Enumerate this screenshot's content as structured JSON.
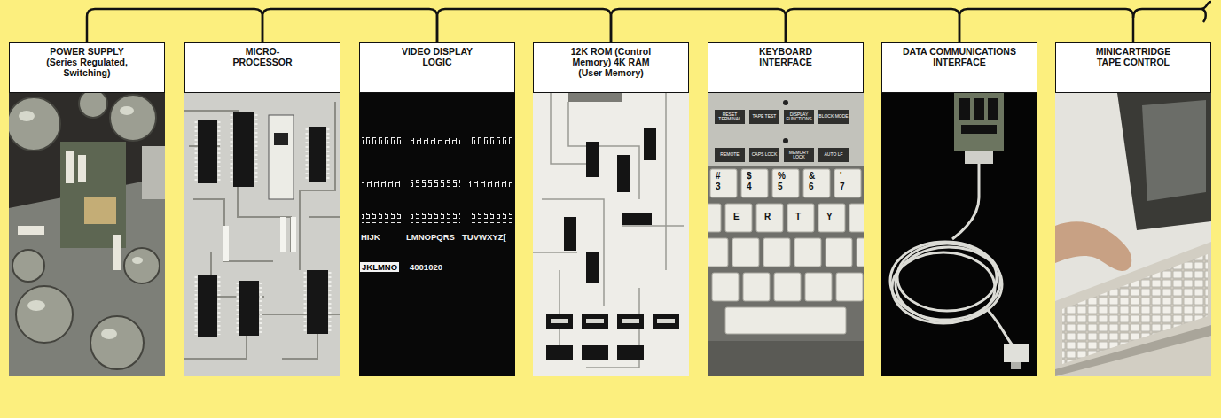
{
  "diagram": {
    "nodes": [
      {
        "text": [
          "POWER SUPPLY (Series Regulated, Switching)"
        ]
      },
      {
        "text": [
          "MICRO- PROCESSOR"
        ]
      },
      {
        "text": [
          "VIDEO DISPLAY LOGIC"
        ]
      },
      {
        "text": [
          "12K ROM (Control Memory) 4K RAM (User Memory)"
        ]
      },
      {
        "text": [
          "KEYBOARD INTERFACE"
        ]
      },
      {
        "text": [
          "DATA COMMUNICATIONS INTERFACE"
        ]
      },
      {
        "text": [
          "MINICARTRIDGE TAPE CONTROL"
        ]
      }
    ],
    "edges": [
      {
        "from": 0,
        "to": 1,
        "arrow": "none"
      },
      {
        "from": 1,
        "to": 2,
        "arrow": "none"
      },
      {
        "from": 2,
        "to": 3,
        "arrow": "none"
      },
      {
        "from": 3,
        "to": 4,
        "arrow": "none"
      },
      {
        "from": 4,
        "to": 5,
        "arrow": "none"
      },
      {
        "from": 5,
        "to": 6,
        "arrow": "none"
      }
    ],
    "labels": [
      "HIJK",
      "LMNOPQRS",
      "TUVWXYZ[",
      "JKLMNO",
      "4001020",
      "RESET TERMINAL",
      "TAPE TEST",
      "DISPLAY FUNCTIONS",
      "BLOCK MODE",
      "REMOTE",
      "CAPS LOCK",
      "MEMORY LOCK",
      "AUTO LF",
      "#",
      "3",
      "$",
      "4",
      "%",
      "5",
      "&",
      "6",
      "'",
      "7",
      "E",
      "R",
      "T",
      "Y"
    ]
  }
}
